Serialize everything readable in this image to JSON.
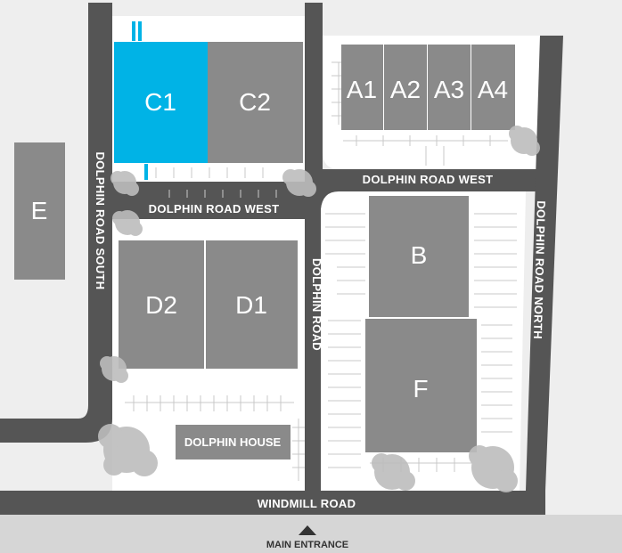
{
  "colors": {
    "background": "#eeeeee",
    "lot": "#ffffff",
    "road": "#555555",
    "building": "#8a8a8a",
    "highlight": "#00b3e6",
    "entrance_strip": "#d6d6d6",
    "tree": "#bdbdbd"
  },
  "units": {
    "C1": "C1",
    "C2": "C2",
    "A1": "A1",
    "A2": "A2",
    "A3": "A3",
    "A4": "A4",
    "B": "B",
    "D1": "D1",
    "D2": "D2",
    "E": "E",
    "F": "F",
    "dolphin_house": "DOLPHIN HOUSE"
  },
  "highlighted_unit": "C1",
  "roads": {
    "dolphin_road_west_left": "DOLPHIN ROAD WEST",
    "dolphin_road_west_right": "DOLPHIN ROAD WEST",
    "dolphin_road_south": "DOLPHIN ROAD SOUTH",
    "dolphin_road": "DOLPHIN ROAD",
    "dolphin_road_north": "DOLPHIN ROAD NORTH",
    "windmill_road": "WINDMILL ROAD"
  },
  "entrance": {
    "label": "MAIN ENTRANCE",
    "icon": "triangle-up-icon"
  }
}
